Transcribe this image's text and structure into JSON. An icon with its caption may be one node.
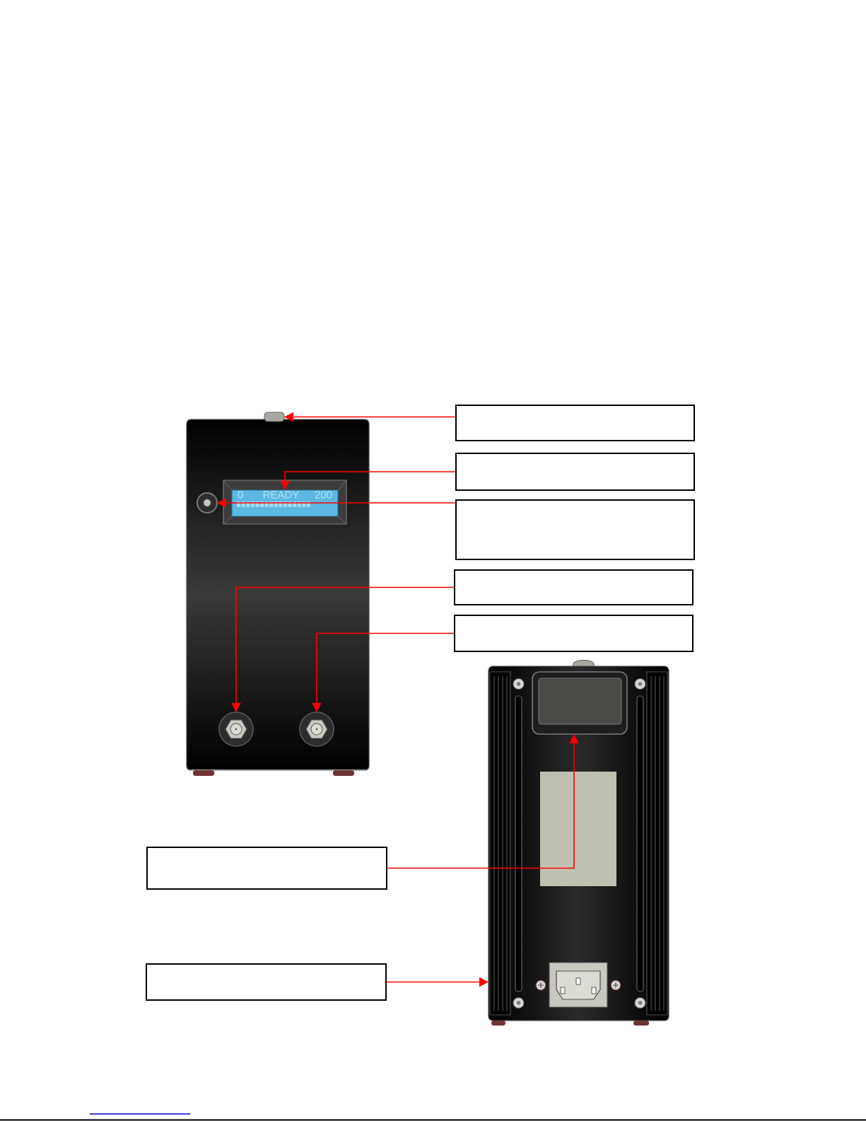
{
  "diagram": {
    "nodes": [
      {
        "text": [],
        "shape": "box"
      },
      {
        "text": [],
        "shape": "box"
      },
      {
        "text": [],
        "shape": "box"
      },
      {
        "text": [],
        "shape": "box"
      },
      {
        "text": [],
        "shape": "box"
      },
      {
        "text": [],
        "shape": "box"
      },
      {
        "text": [],
        "shape": "box"
      },
      {
        "text": [],
        "shape": "box"
      },
      {
        "text": [],
        "shape": "box"
      },
      {
        "text": [],
        "shape": "circle"
      },
      {
        "text": [],
        "shape": "circle"
      },
      {
        "text": [],
        "shape": "circle"
      },
      {
        "text": [],
        "shape": "box"
      },
      {
        "text": [],
        "shape": "box",
        "in": 12
      }
    ],
    "edges": [
      {
        "from": 0,
        "to": 7,
        "arrow": "to"
      },
      {
        "from": 1,
        "to": 8,
        "arrow": "to"
      },
      {
        "from": 2,
        "to": 9,
        "arrow": "to"
      },
      {
        "from": 3,
        "to": 10,
        "arrow": "to"
      },
      {
        "from": 4,
        "to": 11,
        "arrow": "to"
      },
      {
        "from": 5,
        "to": 13,
        "arrow": "to"
      },
      {
        "from": 6,
        "to": 12,
        "arrow": "to"
      }
    ],
    "labels": [
      "0",
      "READY",
      "200"
    ]
  }
}
